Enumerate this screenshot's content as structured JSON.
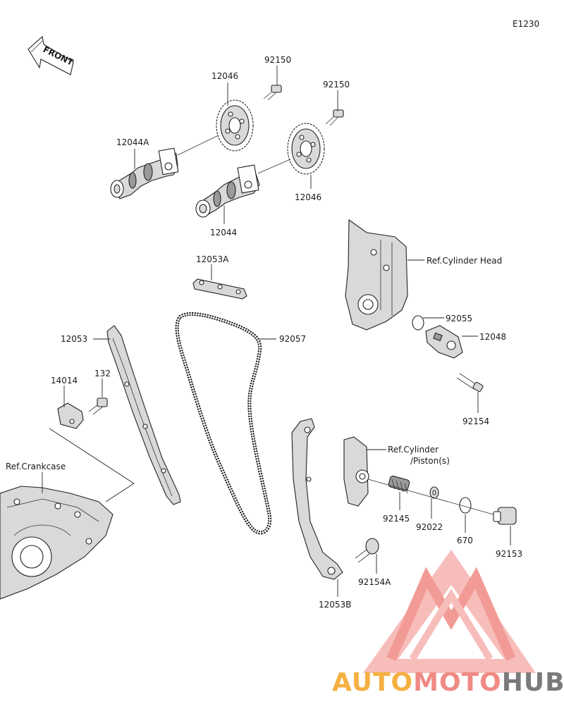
{
  "diagram_code": "E1230",
  "front_label": "FRONT",
  "parts": [
    {
      "id": "p-92150-a",
      "label": "92150"
    },
    {
      "id": "p-12046-a",
      "label": "12046"
    },
    {
      "id": "p-92150-b",
      "label": "92150"
    },
    {
      "id": "p-12044a",
      "label": "12044A"
    },
    {
      "id": "p-12046-b",
      "label": "12046"
    },
    {
      "id": "p-12044",
      "label": "12044"
    },
    {
      "id": "p-12053a",
      "label": "12053A"
    },
    {
      "id": "p-12053",
      "label": "12053"
    },
    {
      "id": "p-92057",
      "label": "92057"
    },
    {
      "id": "p-14014",
      "label": "14014"
    },
    {
      "id": "p-132",
      "label": "132"
    },
    {
      "id": "p-92055",
      "label": "92055"
    },
    {
      "id": "p-12048",
      "label": "12048"
    },
    {
      "id": "p-92154",
      "label": "92154"
    },
    {
      "id": "p-92145",
      "label": "92145"
    },
    {
      "id": "p-92022",
      "label": "92022"
    },
    {
      "id": "p-670",
      "label": "670"
    },
    {
      "id": "p-92153",
      "label": "92153"
    },
    {
      "id": "p-92154a",
      "label": "92154A"
    },
    {
      "id": "p-12053b",
      "label": "12053B"
    }
  ],
  "references": {
    "cylinder_head": "Ref.Cylinder Head",
    "cylinder_line1": "Ref.Cylinder",
    "cylinder_line2": "/Piston(s)",
    "crankcase": "Ref.Crankcase"
  },
  "watermark": {
    "part1": "AUTO",
    "part2": "MOTO",
    "part3": "HUB",
    "color_main": "#f08a84",
    "color_accent": "#f5b041",
    "color_dark": "#7a7a7a"
  }
}
